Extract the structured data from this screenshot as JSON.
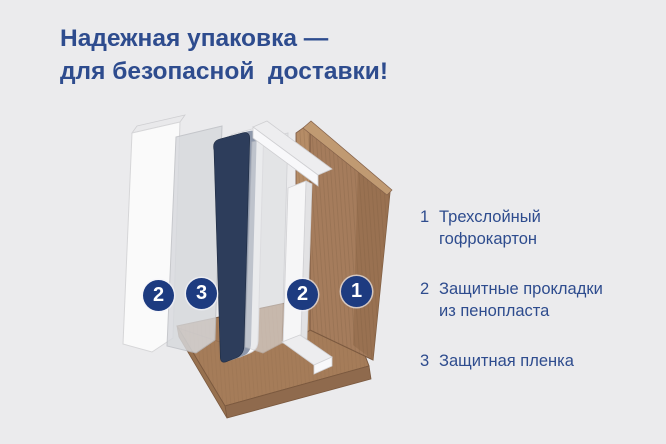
{
  "title": "Надежная упаковка —\nдля безопасной  доставки!",
  "diagram": {
    "description": "exploded-view-of-packaging-layers",
    "badges": [
      {
        "label": "2"
      },
      {
        "label": "3"
      },
      {
        "label": "2"
      },
      {
        "label": "1"
      }
    ]
  },
  "legend": {
    "items": [
      {
        "num": "1",
        "text": "Трехслойный\nгофрокартон"
      },
      {
        "num": "2",
        "text": "Защитные прокладки\nиз пенопласта"
      },
      {
        "num": "3",
        "text": "Защитная пленка"
      }
    ]
  },
  "palette": {
    "background": "#ebebed",
    "accent_blue": "#2e4c8e",
    "badge_blue": "#1d3b80",
    "cardboard_brown": "#a57c5c",
    "cardboard_shadow": "#8f6a4d",
    "panel_navy": "#2d3d5b",
    "panel_rim": "#8e98ab",
    "foam_white": "#fafafa",
    "film_gray": "#d7d9dd"
  }
}
